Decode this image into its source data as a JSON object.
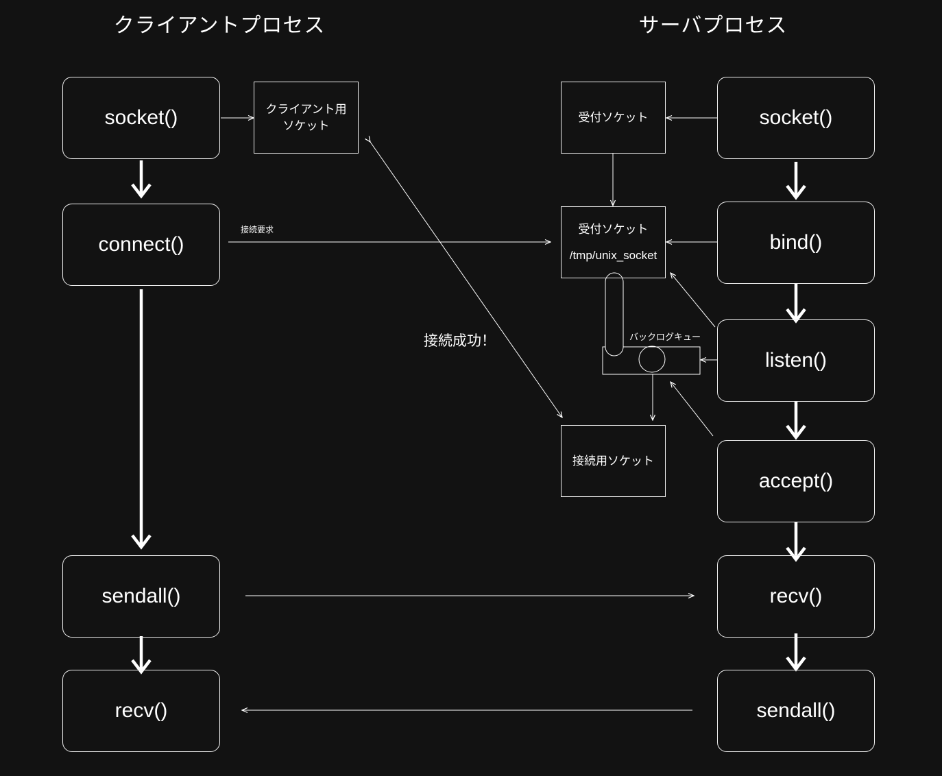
{
  "titles": {
    "client": "クライアントプロセス",
    "server": "サーバプロセス"
  },
  "client_steps": {
    "socket": "socket()",
    "connect": "connect()",
    "sendall": "sendall()",
    "recv": "recv()"
  },
  "server_steps": {
    "socket": "socket()",
    "bind": "bind()",
    "listen": "listen()",
    "accept": "accept()",
    "recv": "recv()",
    "sendall": "sendall()"
  },
  "sockets": {
    "client_socket_line1": "クライアント用",
    "client_socket_line2": "ソケット",
    "reception_socket": "受付ソケット",
    "bound_socket": "受付ソケット",
    "bound_socket_path": "/tmp/unix_socket",
    "connection_socket": "接続用ソケット"
  },
  "labels": {
    "connection_request": "接続要求",
    "connection_success": "接続成功！",
    "backlog_queue": "バックログキュー"
  },
  "colors": {
    "background": "#121212",
    "line": "#ffffff"
  }
}
